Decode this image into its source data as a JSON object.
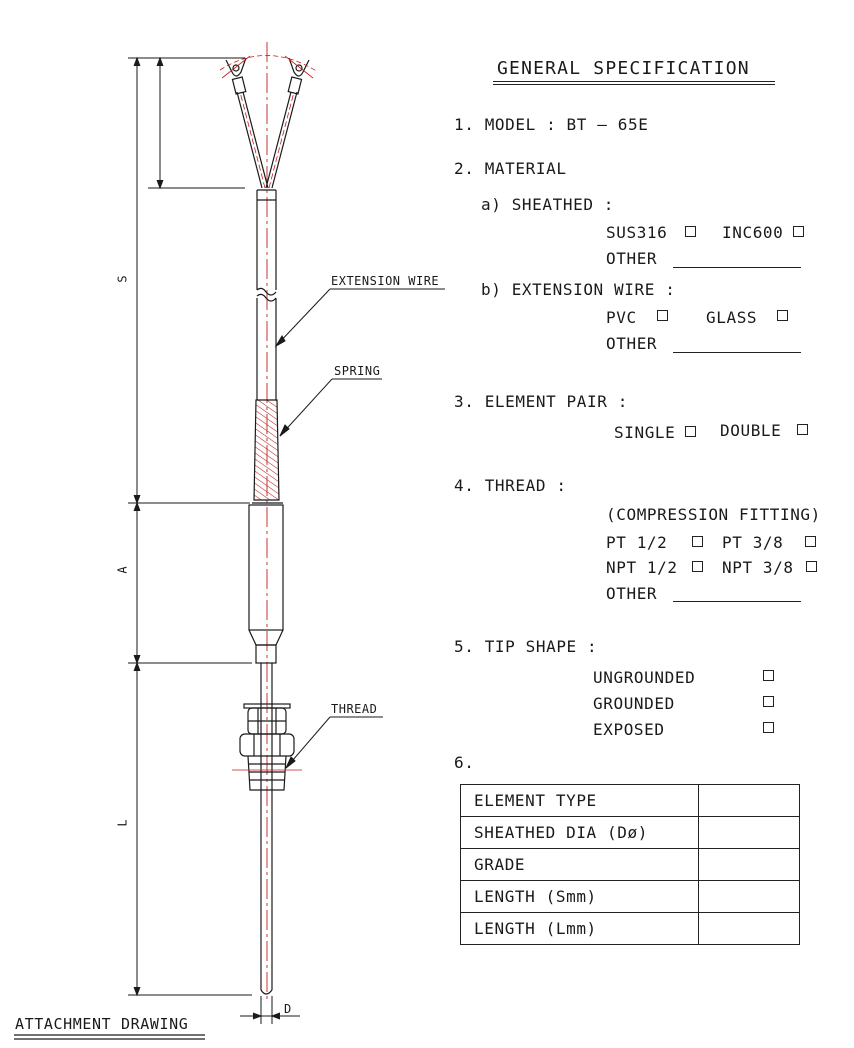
{
  "drawing": {
    "dimensions": {
      "s": "S",
      "a": "A",
      "l": "L",
      "d": "D"
    },
    "callouts": {
      "extension_wire": "EXTENSION WIRE",
      "spring": "SPRING",
      "thread": "THREAD"
    },
    "caption": "ATTACHMENT DRAWING"
  },
  "spec": {
    "title": "GENERAL SPECIFICATION",
    "model": "1. MODEL :  BT — 65E",
    "material": {
      "heading": "2. MATERIAL",
      "sheathed": {
        "heading": "a) SHEATHED :",
        "options": [
          "SUS316",
          "INC600"
        ],
        "other": "OTHER"
      },
      "extension_wire": {
        "heading": "b) EXTENSION WIRE :",
        "options": [
          "PVC",
          "GLASS"
        ],
        "other": "OTHER"
      }
    },
    "element_pair": {
      "heading": "3. ELEMENT PAIR :",
      "options": [
        "SINGLE",
        "DOUBLE"
      ]
    },
    "thread": {
      "heading": "4. THREAD :",
      "note": "(COMPRESSION FITTING)",
      "options": [
        "PT 1/2",
        "PT 3/8",
        "NPT 1/2",
        "NPT 3/8"
      ],
      "other": "OTHER"
    },
    "tip_shape": {
      "heading": "5. TIP SHAPE :",
      "options": [
        "UNGROUNDED",
        "GROUNDED",
        "EXPOSED"
      ]
    },
    "table": {
      "heading": "6.",
      "rows": [
        "ELEMENT TYPE",
        "SHEATHED DIA (Dø)",
        "GRADE",
        "LENGTH (Smm)",
        "LENGTH (Lmm)"
      ]
    }
  }
}
